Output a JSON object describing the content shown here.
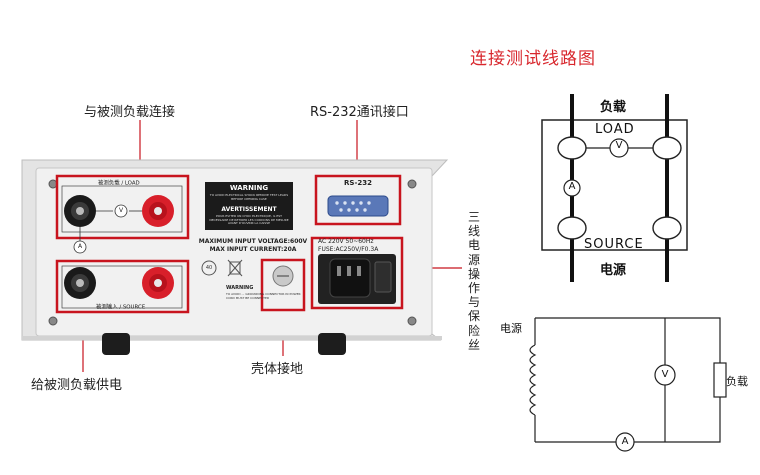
{
  "title": "连接测试线路图",
  "callouts": {
    "load_connect": "与被测负载连接",
    "rs232_port": "RS-232通讯接口",
    "power_fuse": "三线电源操作与保险丝",
    "supply_power": "给被测负载供电",
    "chassis_ground": "壳体接地"
  },
  "device": {
    "load_group_label": "被测负载 / LOAD",
    "source_group_label": "被测输入 / SOURCE",
    "rs232_label": "RS-232",
    "warning_title": "WARNING",
    "warning_text": "TO AVOID ELECTRICAL SHOCK REMOVE TEST LEADS BEFORE OPENING CASE",
    "avertissement_title": "AVERTISSEMENT",
    "avertissement_text": "POUR EVITER UN CHOC ELECTRIQUE, IL EST NECESSAIRE DE RETIRER LES CORDONS DE MESURE AVANT D'OUVRIR LA CAISSE",
    "max_voltage": "MAXIMUM INPUT VOLTAGE:600V",
    "max_current": "MAX INPUT CURRENT:20A",
    "ac_rating": "AC 220V 50~60Hz",
    "fuse_rating": "FUSE:AC250V/F0.3A",
    "ground_warning_title": "WARNING",
    "ground_warning_text": "TO AVOID ... GROUNDING CONNECTOR IN POWER CORD MUST BE CONNECTED",
    "meter_v": "V",
    "meter_a": "A",
    "badge_40": "40"
  },
  "wiring_diagram": {
    "load_cn": "负载",
    "load_en": "LOAD",
    "source_en": "SOURCE",
    "source_cn": "电源",
    "meter_v": "V",
    "meter_a": "A"
  },
  "schematic": {
    "source_label": "电源",
    "load_label": "负载",
    "meter_v": "V",
    "meter_a": "A"
  },
  "colors": {
    "accent_red": "#d8272d",
    "callout_red": "#c8141e",
    "panel": "#eeeeee",
    "terminal_black": "#1a1a1a",
    "terminal_red": "#d81f2a"
  }
}
